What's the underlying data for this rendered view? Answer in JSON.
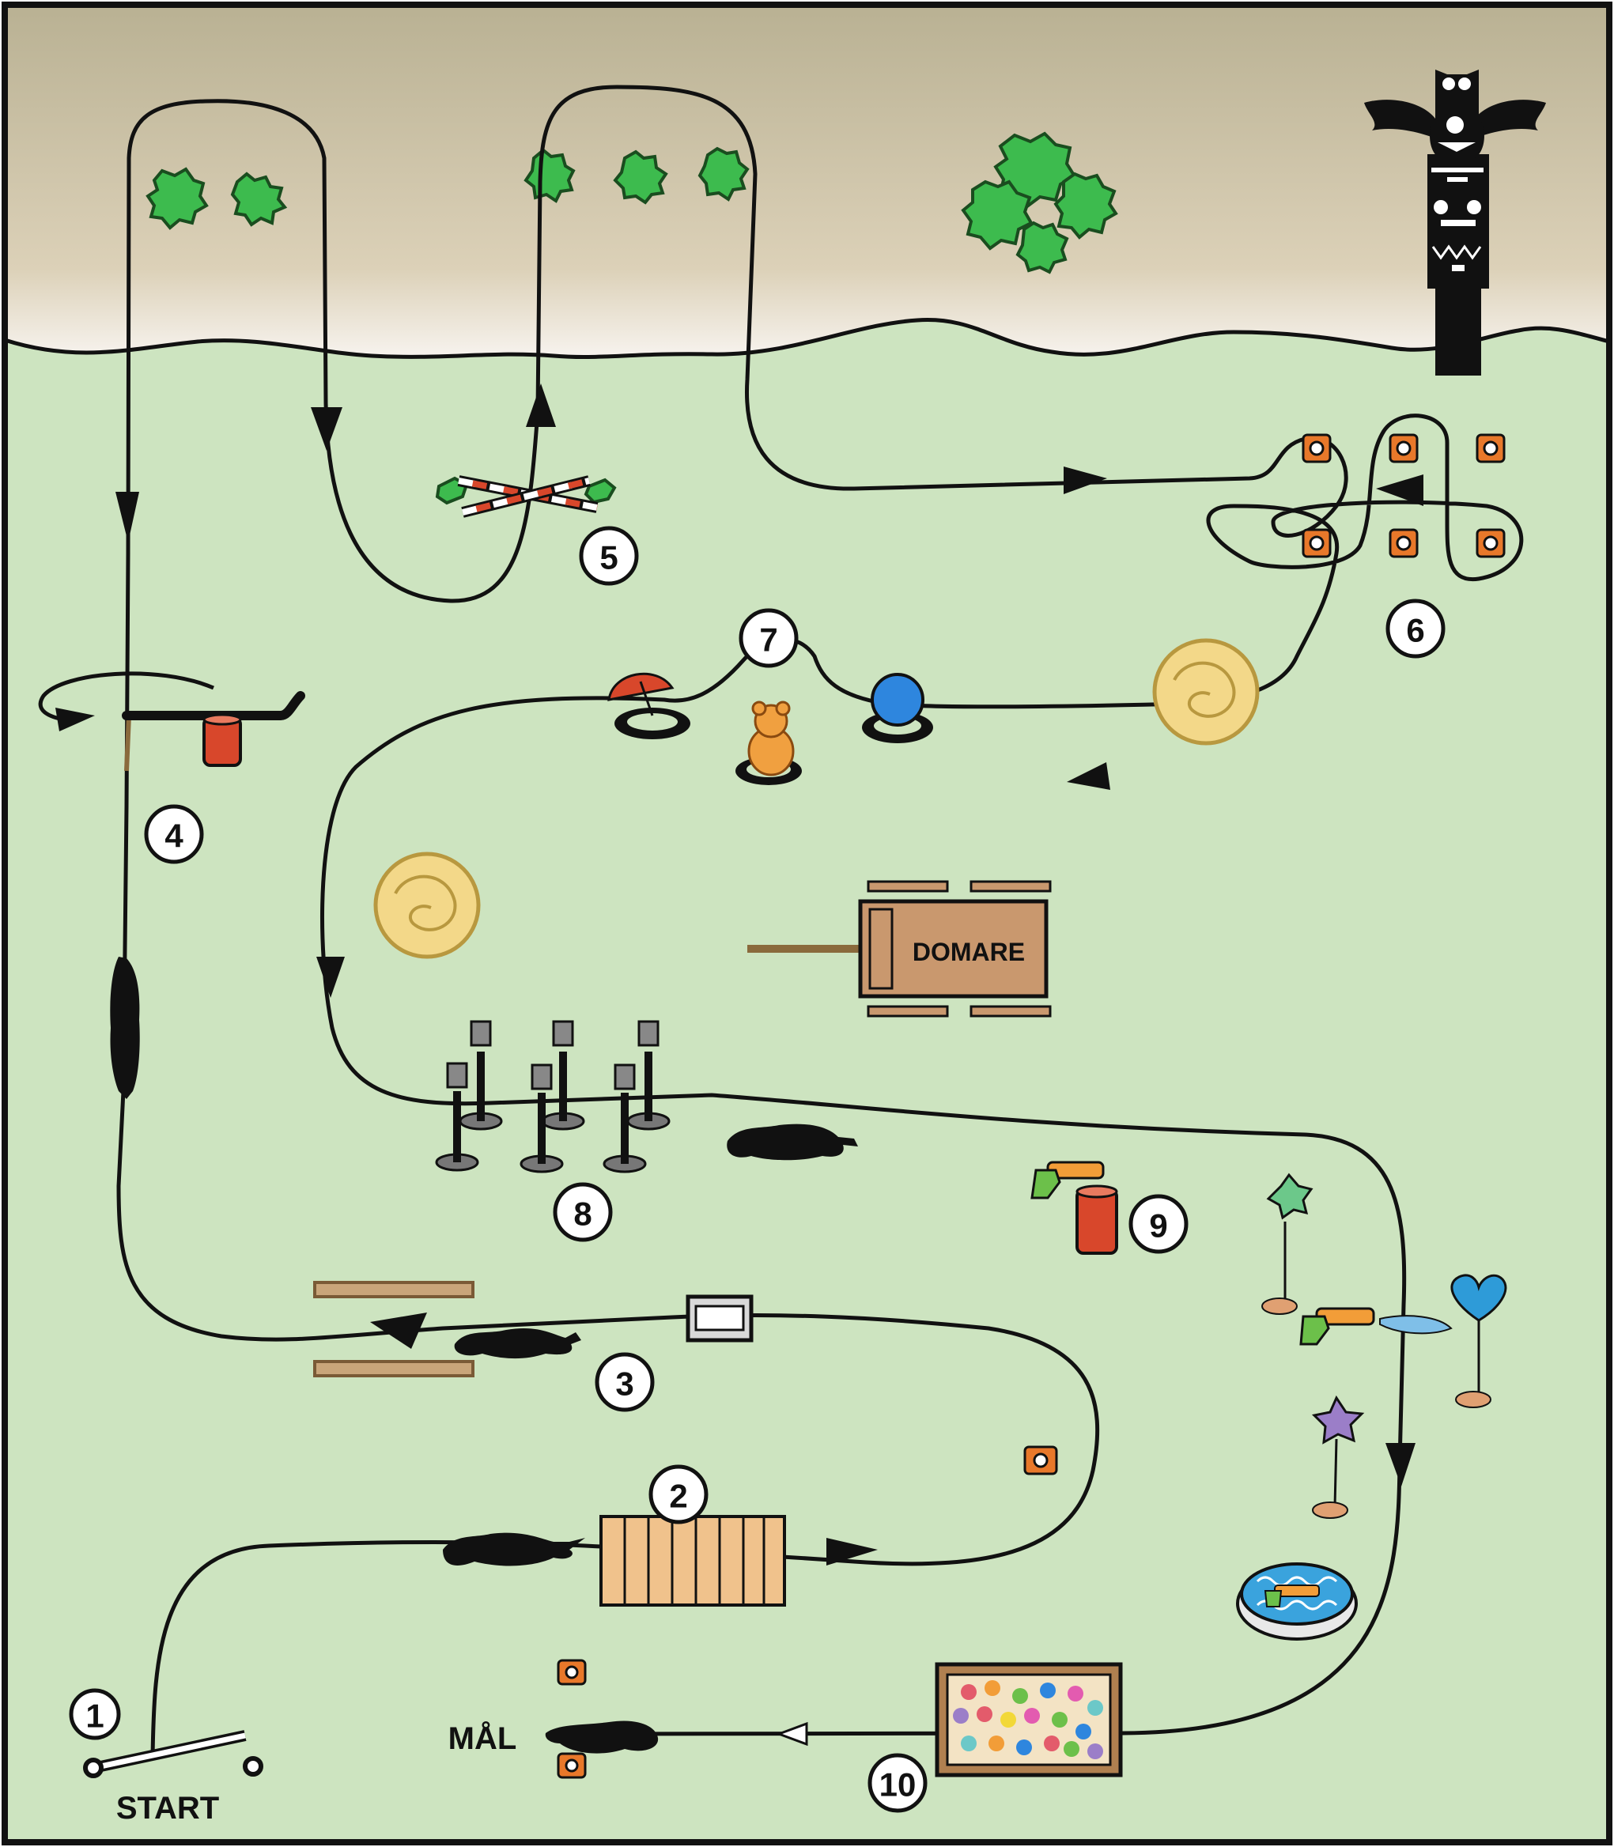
{
  "colors": {
    "grass": "#cde4c0",
    "sky_top": "#b9b193",
    "sky_bottom": "#f7f3ee",
    "tree": "#3dbb4e",
    "path": "#111111",
    "barrel": "#d8472b",
    "cone": "#e8782a",
    "wagon": "#c9986e",
    "water": "#3aa3dd",
    "ball": "#2e86de"
  },
  "icons": [
    "tree-icon",
    "totem-pole-icon",
    "cone-icon",
    "hay-bale-icon",
    "barrel-icon",
    "umbrella-icon",
    "tire-icon",
    "teddy-bear-icon",
    "ball-icon",
    "wagon-icon",
    "pole-icon",
    "water-gun-icon",
    "balloon-icon",
    "pool-icon",
    "ball-pit-icon",
    "horse-icon",
    "arrow-icon"
  ],
  "labels": {
    "start": "START",
    "finish": "MÅL",
    "judge": "DOMARE"
  },
  "stations": [
    {
      "number": "1"
    },
    {
      "number": "2"
    },
    {
      "number": "3"
    },
    {
      "number": "4"
    },
    {
      "number": "5"
    },
    {
      "number": "6"
    },
    {
      "number": "7"
    },
    {
      "number": "8"
    },
    {
      "number": "9"
    },
    {
      "number": "10"
    }
  ]
}
